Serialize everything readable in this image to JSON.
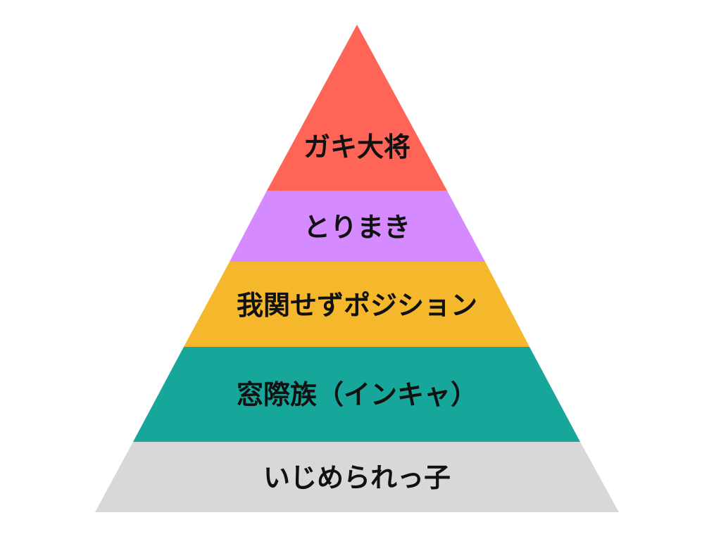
{
  "diagram": {
    "type": "pyramid",
    "tiers": [
      {
        "label": "ガキ大将",
        "color": "#ff6556"
      },
      {
        "label": "とりまき",
        "color": "#d68aff"
      },
      {
        "label": "我関せずポジション",
        "color": "#f5b82d"
      },
      {
        "label": "窓際族（インキャ）",
        "color": "#17a79a"
      },
      {
        "label": "いじめられっ子",
        "color": "#d8d8d8"
      }
    ]
  }
}
